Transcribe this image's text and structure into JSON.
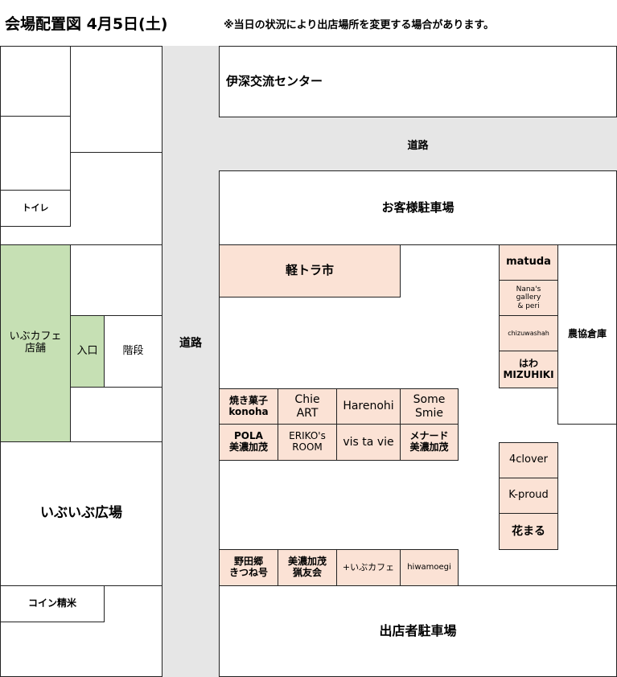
{
  "header": {
    "title": "会場配置図 4月5日(土)",
    "note": "※当日の状況により出店場所を変更する場合があります。"
  },
  "roads": {
    "vertical": "道路",
    "horizontal": "道路"
  },
  "left_area": {
    "toilet": "トイレ",
    "cafe_shop": "いぶカフェ\n店舗",
    "entrance": "入口",
    "stairs": "階段",
    "plaza": "いぶいぶ広場",
    "coin_rice": "コイン精米"
  },
  "right_area": {
    "center": "伊深交流センター",
    "guest_parking": "お客様駐車場",
    "kei_truck_market": "軽トラ市",
    "nokyo_warehouse": "農協倉庫",
    "vendor_parking": "出店者駐車場"
  },
  "booths_row1": [
    "焼き菓子\nkonoha",
    "Chie\nART",
    "Harenohi",
    "Some\nSmie"
  ],
  "booths_row2": [
    "POLA\n美濃加茂",
    "ERIKO's\nROOM",
    "vis ta vie",
    "メナード\n美濃加茂"
  ],
  "booths_row3": [
    "野田郷\nきつね号",
    "美濃加茂\n猟友会",
    "+いぶカフェ",
    "hiwamoegi"
  ],
  "booths_right_col": [
    "matuda",
    "Nana's\ngallery\n& peri",
    "chizuwashah",
    "はわ\nMIZUHIKI"
  ],
  "booths_right_col2": [
    "4clover",
    "K-proud",
    "花まる"
  ],
  "colors": {
    "booth": "#fbe2d5",
    "cafe": "#c6e0b4",
    "road": "#e6e6e6"
  }
}
